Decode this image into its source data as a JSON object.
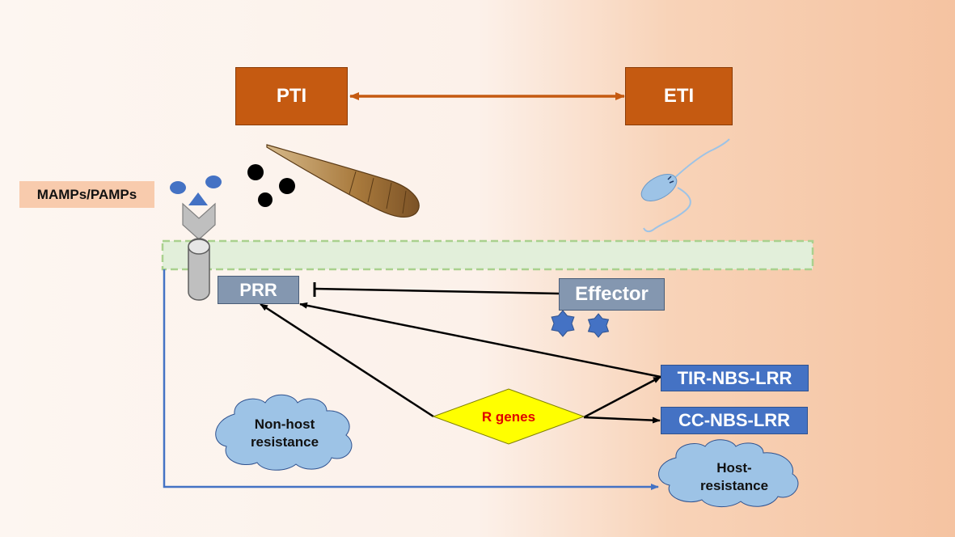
{
  "nodes": {
    "pti": "PTI",
    "eti": "ETI",
    "mamps": "MAMPs/PAMPs",
    "prr": "PRR",
    "effector": "Effector",
    "tir": "TIR-NBS-LRR",
    "cc": "CC-NBS-LRR",
    "rgenes": "R genes",
    "nonhost_line1": "Non-host",
    "nonhost_line2": "resistance",
    "host_line1": "Host-",
    "host_line2": "resistance"
  },
  "colors": {
    "pti_eti_box": "#c55a11",
    "pti_eti_arrow": "#c55a11",
    "prr_effector_box": "#8497b0",
    "nbs_lrr_box": "#4472c4",
    "rgenes_diamond": "#ffff00",
    "rgenes_text": "#e00000",
    "cloud_fill": "#9dc3e6",
    "membrane_fill": "#e2efda",
    "membrane_border": "#a9d18e",
    "pathway_line": "#4472c4",
    "ligand_blue": "#4472c4",
    "receptor_gray": "#bfbfbf"
  },
  "icons": [
    "ligand-circle-icon",
    "ligand-triangle-icon",
    "black-spore-icon",
    "fungal-hypha-icon",
    "bacterium-icon",
    "effector-star-icon",
    "receptor-icon",
    "cloud-icon"
  ]
}
